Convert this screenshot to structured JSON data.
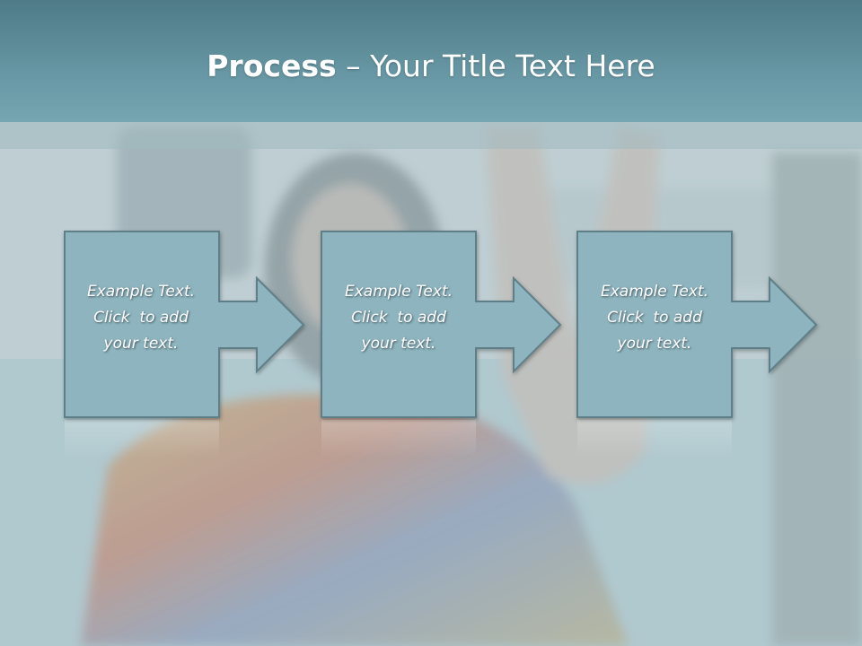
{
  "title": {
    "bold": "Process",
    "rest": " – Your Title Text Here"
  },
  "steps": [
    {
      "line1": "Example Text.",
      "line2": "Click  to add",
      "line3": "your text."
    },
    {
      "line1": "Example Text.",
      "line2": "Click  to add",
      "line3": "your text."
    },
    {
      "line1": "Example Text.",
      "line2": "Click  to add",
      "line3": "your text."
    }
  ],
  "colors": {
    "title_bar": "#5f8f9b",
    "box_fill": "#8db4bf",
    "box_stroke": "#5f7f88",
    "text": "#ffffff"
  }
}
